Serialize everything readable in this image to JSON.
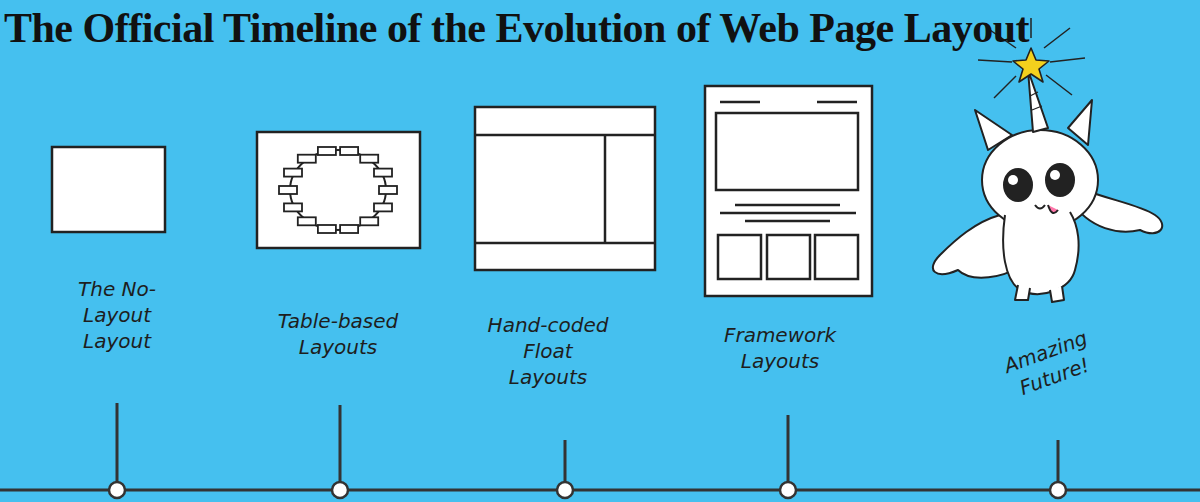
{
  "diagram": {
    "title": "The Official Timeline of the Evolution of Web Page Layout",
    "labels": [
      "The No-Layout Layout",
      "Table-based Layouts",
      "Hand-coded Float Layouts",
      "Framework Layouts",
      "Amazing Future!"
    ]
  }
}
